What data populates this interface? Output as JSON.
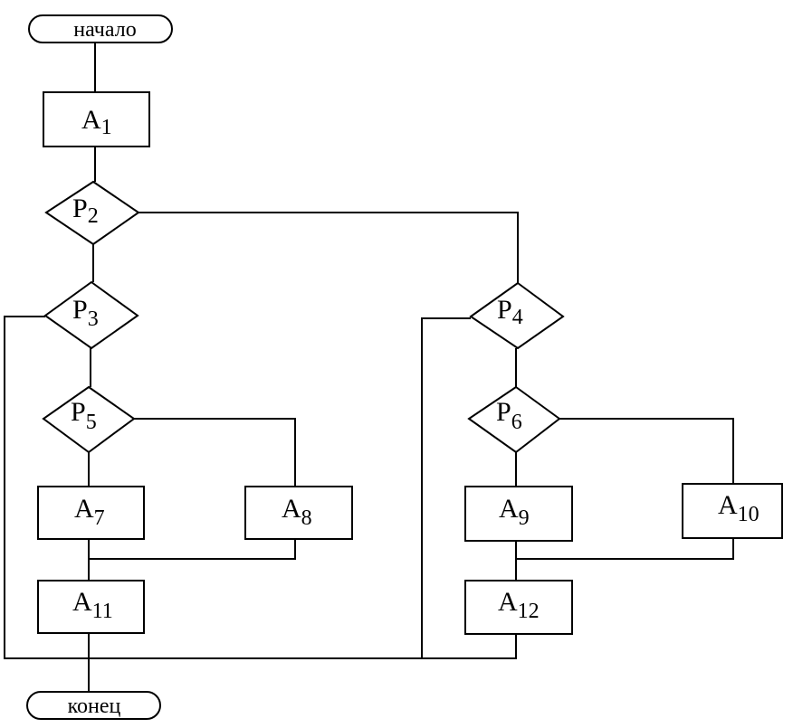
{
  "terminals": {
    "start": "начало",
    "end": "конец"
  },
  "nodes": {
    "A1": {
      "letter": "A",
      "sub": "1"
    },
    "P2": {
      "letter": "P",
      "sub": "2"
    },
    "P3": {
      "letter": "P",
      "sub": "3"
    },
    "P4": {
      "letter": "P",
      "sub": "4"
    },
    "P5": {
      "letter": "P",
      "sub": "5"
    },
    "P6": {
      "letter": "P",
      "sub": "6"
    },
    "A7": {
      "letter": "A",
      "sub": "7"
    },
    "A8": {
      "letter": "A",
      "sub": "8"
    },
    "A9": {
      "letter": "A",
      "sub": "9"
    },
    "A10": {
      "letter": "A",
      "sub": "10"
    },
    "A11": {
      "letter": "A",
      "sub": "11"
    },
    "A12": {
      "letter": "A",
      "sub": "12"
    }
  }
}
